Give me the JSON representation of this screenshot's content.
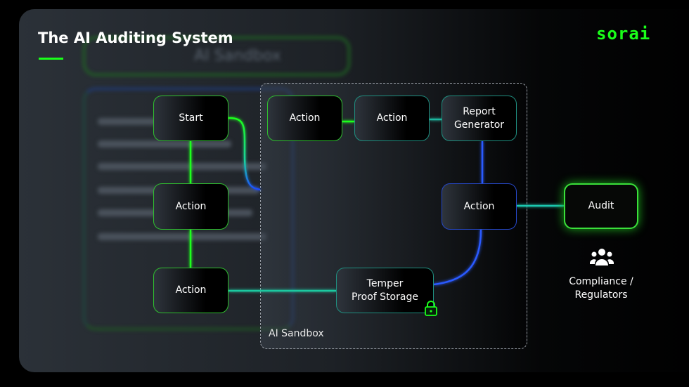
{
  "header": {
    "title": "The AI Auditing System",
    "logo": "sorai"
  },
  "background": {
    "blurred_label": "AI Sandbox"
  },
  "sandbox": {
    "label": "AI Sandbox"
  },
  "nodes": {
    "start": "Start",
    "action_left_1": "Action",
    "action_left_2": "Action",
    "action_top_1": "Action",
    "action_top_2": "Action",
    "report_line1": "Report",
    "report_line2": "Generator",
    "action_right": "Action",
    "storage_line1": "Temper",
    "storage_line2": "Proof Storage",
    "audit": "Audit"
  },
  "stakeholders": {
    "line1": "Compliance /",
    "line2": "Regulators",
    "icon": "people-icon"
  },
  "colors": {
    "green": "#1aff1a",
    "blue": "#2648c8",
    "teal": "#1f8f80"
  }
}
